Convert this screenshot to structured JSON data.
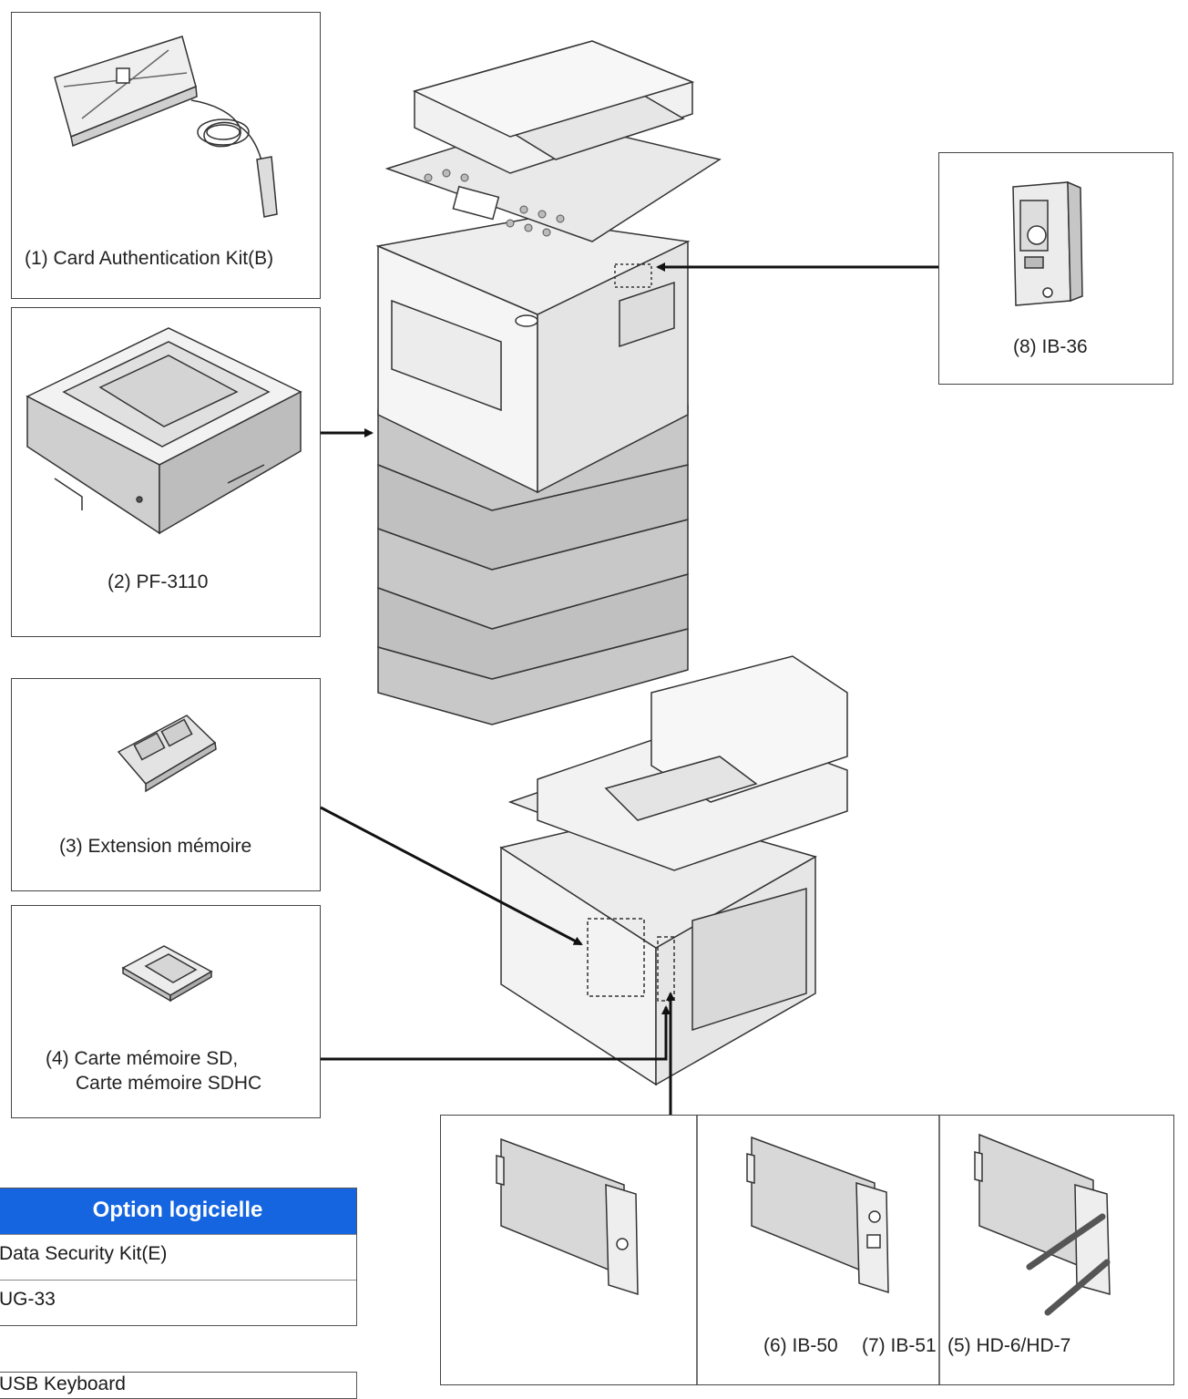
{
  "options": {
    "card_auth": "(1) Card Authentication Kit(B)",
    "paper_feeder": "(2) PF-3110",
    "memory": "(3) Extension mémoire",
    "sd_line1": "(4) Carte mémoire SD,",
    "sd_line2": "Carte mémoire SDHC",
    "ib50": "(6) IB-50",
    "ib51": "(7) IB-51",
    "hd": "(5) HD-6/HD-7",
    "ib36": "(8) IB-36"
  },
  "software": {
    "header": "Option logicielle",
    "rows": [
      "Data Security Kit(E)",
      "UG-33"
    ],
    "cut_row": "USB Keyboard"
  }
}
